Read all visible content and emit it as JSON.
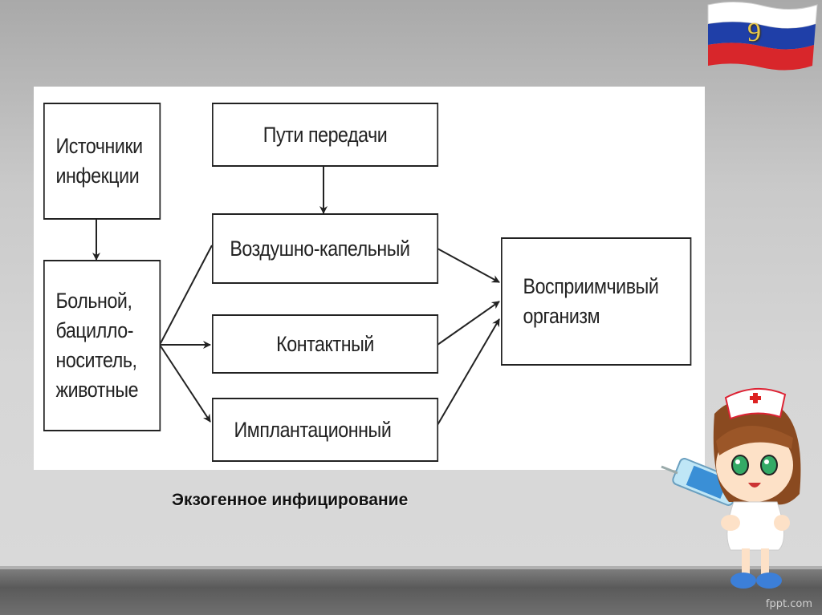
{
  "slide": {
    "number": "9",
    "caption": "Экзогенное инфицирование",
    "credit": "fppt.com"
  },
  "diagram": {
    "nodes": {
      "sources": "Источники\nинфекции",
      "carrier": "Больной,\nбацилло-\nноситель,\nживотные",
      "routes": "Пути передачи",
      "airborne": "Воздушно-капельный",
      "contact": "Контактный",
      "implant": "Имплантационный",
      "host": "Восприимчивый\nорганизм"
    }
  },
  "colors": {
    "flag_white": "#ffffff",
    "flag_blue": "#1f3fa8",
    "flag_red": "#d8262b",
    "number_gold": "#e9c84a",
    "box_border": "#222222"
  }
}
